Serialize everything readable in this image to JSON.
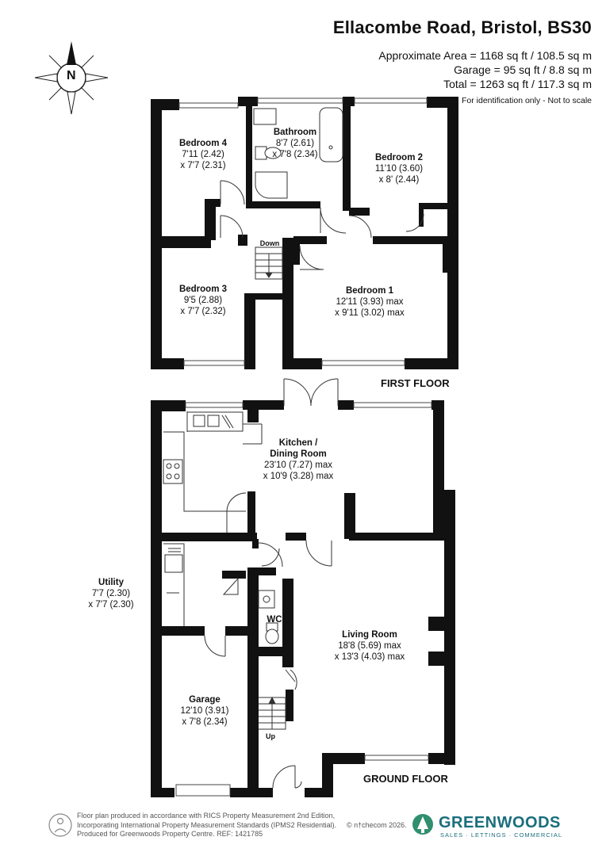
{
  "header": {
    "title": "Ellacombe Road, Bristol, BS30",
    "area_approx": "Approximate Area = 1168 sq ft / 108.5 sq m",
    "area_garage": "Garage = 95 sq ft / 8.8 sq m",
    "area_total": "Total = 1263 sq ft / 117.3 sq m",
    "note": "For identification only - Not to scale"
  },
  "compass": {
    "label": "N",
    "icon": "compass-rose-icon"
  },
  "floors": {
    "first": "FIRST FLOOR",
    "ground": "GROUND FLOOR"
  },
  "rooms": {
    "bedroom4": {
      "name": "Bedroom 4",
      "d1": "7'11 (2.42)",
      "d2": "x 7'7 (2.31)"
    },
    "bathroom": {
      "name": "Bathroom",
      "d1": "8'7 (2.61)",
      "d2": "x 7'8 (2.34)"
    },
    "bedroom2": {
      "name": "Bedroom 2",
      "d1": "11'10 (3.60)",
      "d2": "x 8' (2.44)"
    },
    "bedroom3": {
      "name": "Bedroom 3",
      "d1": "9'5 (2.88)",
      "d2": "x 7'7 (2.32)"
    },
    "bedroom1": {
      "name": "Bedroom 1",
      "d1": "12'11 (3.93) max",
      "d2": "x 9'11 (3.02) max"
    },
    "kitchen": {
      "name": "Kitchen /",
      "name2": "Dining Room",
      "d1": "23'10 (7.27) max",
      "d2": "x 10'9 (3.28) max"
    },
    "utility": {
      "name": "Utility",
      "d1": "7'7 (2.30)",
      "d2": "x 7'7 (2.30)"
    },
    "wc": {
      "name": "WC"
    },
    "living": {
      "name": "Living Room",
      "d1": "18'8 (5.69) max",
      "d2": "x 13'3 (4.03) max"
    },
    "garage": {
      "name": "Garage",
      "d1": "12'10 (3.91)",
      "d2": "x 7'8 (2.34)"
    }
  },
  "stairs": {
    "down": "Down",
    "up": "Up"
  },
  "footer": {
    "line1": "Floor plan produced in accordance with RICS Property Measurement 2nd Edition,",
    "line2": "Incorporating International Property Measurement Standards (IPMS2 Residential).",
    "line3": "Produced for Greenwoods Property Centre.   REF: 1421785",
    "copyright": "© n†checom 2026.",
    "brand": "GREENWOODS",
    "tagline": "SALES · LETTINGS · COMMERCIAL",
    "brand_color": "#1a6e7c"
  }
}
